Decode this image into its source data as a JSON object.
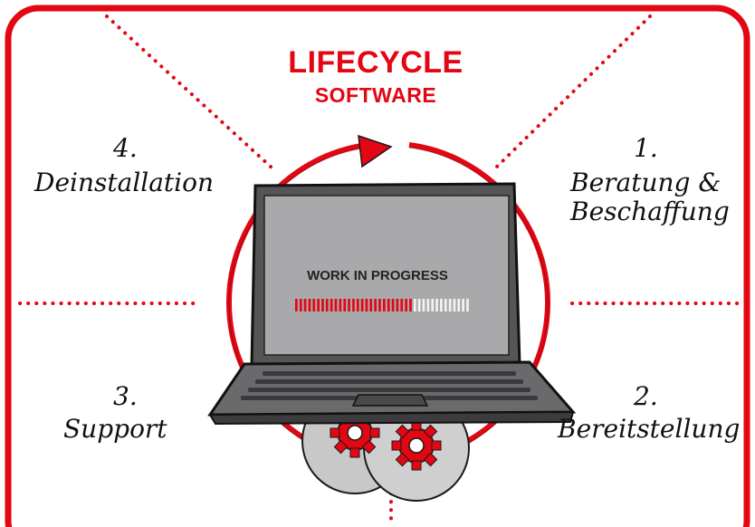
{
  "title": "LIFECYCLE",
  "subtitle": "SOFTWARE",
  "screen": {
    "status_text": "WORK IN PROGRESS",
    "progress": 0.68
  },
  "phases": [
    {
      "number": "1.",
      "label_line1": "Beratung &",
      "label_line2": "Beschaffung"
    },
    {
      "number": "2.",
      "label_line1": "Bereitstellung"
    },
    {
      "number": "3.",
      "label_line1": "Support"
    },
    {
      "number": "4.",
      "label_line1": "Deinstallation"
    }
  ],
  "colors": {
    "accent": "#e30613",
    "ink": "#111111",
    "screen": "#a9a9ab",
    "laptop": "#5a5a5c",
    "disc": "#c8c8c8"
  }
}
